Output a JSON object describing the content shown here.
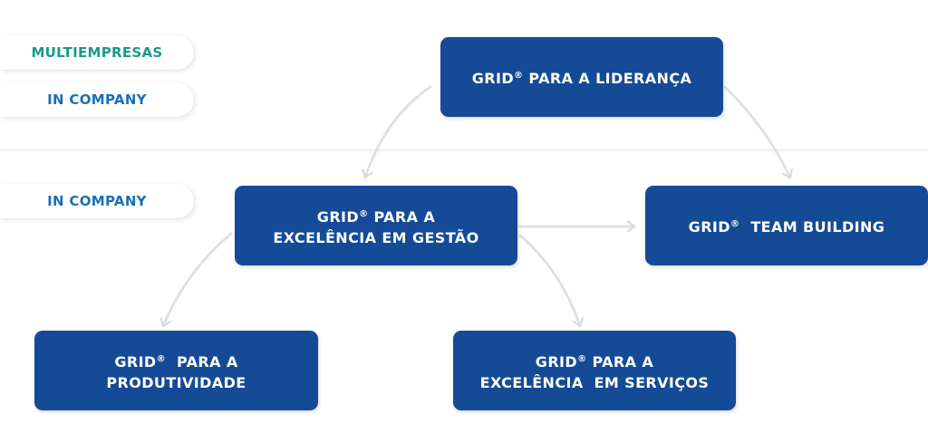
{
  "colors": {
    "box_fill": "#154a96",
    "box_text": "#ffffff",
    "multiempresas_text": "#1a9a8c",
    "in_company_text": "#1a6fb5",
    "connector": "#d9dde3"
  },
  "tags": {
    "multiempresas": "MULTIEMPRESAS",
    "in_company_top": "IN COMPANY",
    "in_company_bottom": "IN COMPANY"
  },
  "boxes": {
    "lideranca": {
      "lines": [
        "GRID",
        " PARA A LIDERANÇA"
      ],
      "mark": "®"
    },
    "gestao": {
      "line1": "GRID",
      "line1_rest": " PARA A",
      "line2": "EXCELÊNCIA EM GESTÃO",
      "mark": "®"
    },
    "team_building": {
      "line1": "GRID",
      "line1_rest": "  TEAM BUILDING",
      "mark": "®"
    },
    "produtividade": {
      "line1": "GRID",
      "line1_rest": "  PARA A",
      "line2": "PRODUTIVIDADE",
      "mark": "®"
    },
    "servicos": {
      "line1": "GRID",
      "line1_rest": " PARA A",
      "line2": "EXCELÊNCIA  EM SERVIÇOS",
      "mark": "®"
    }
  }
}
